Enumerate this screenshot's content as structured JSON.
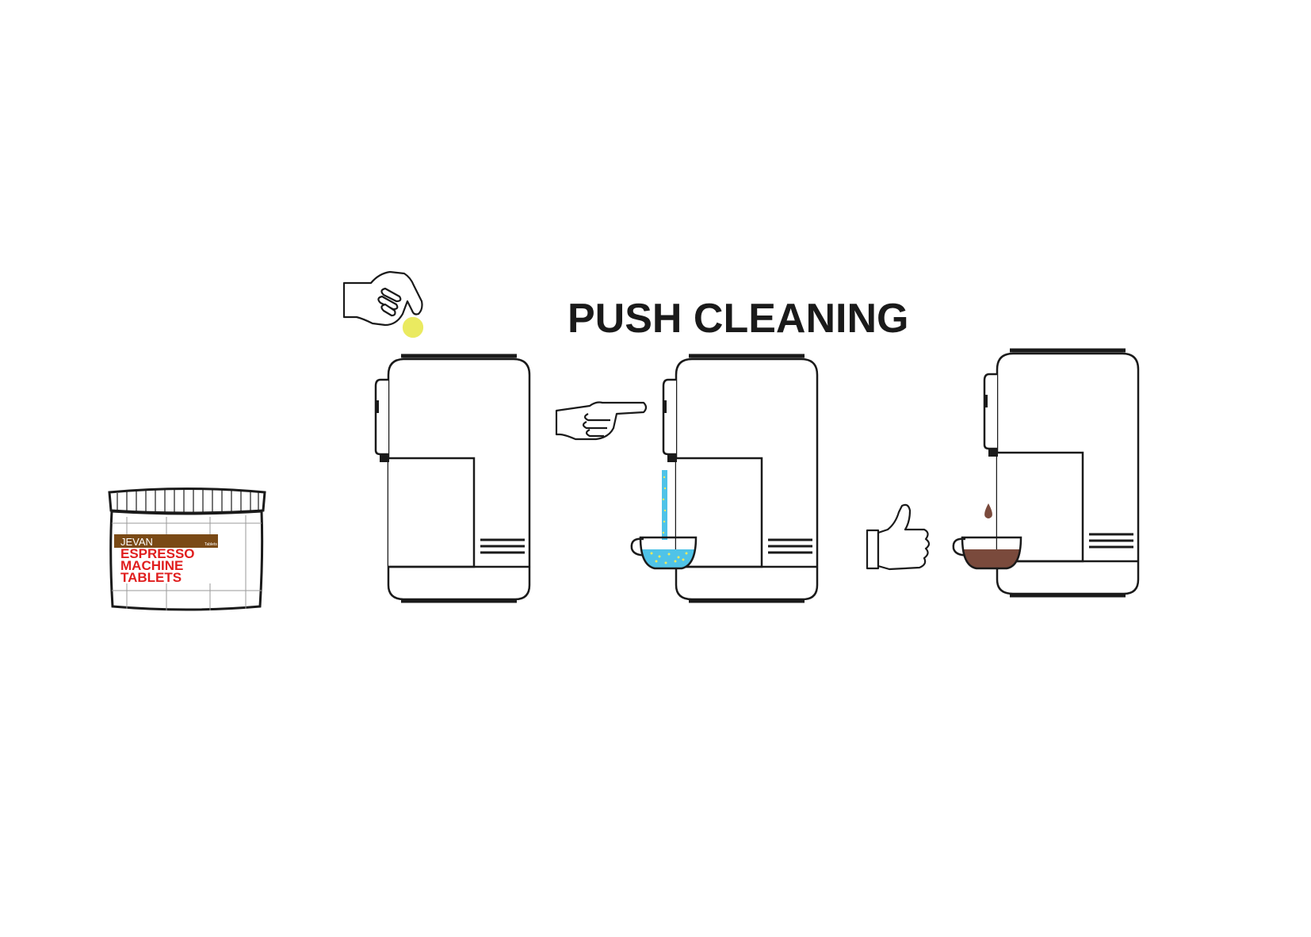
{
  "title": "PUSH CLEANING",
  "jar": {
    "brand": "JEVAN",
    "small_text": "Tablets",
    "product_lines": [
      "ESPRESSO",
      "MACHINE",
      "TABLETS"
    ]
  },
  "steps": [
    {
      "icon": "hand-dropping-tablet-icon",
      "action": "insert tablet"
    },
    {
      "icon": "hand-pointing-button-icon",
      "action": "press button"
    },
    {
      "icon": "thumbs-up-icon",
      "action": "done"
    }
  ],
  "colors": {
    "outline": "#1a1a1a",
    "tablet": "#eaea60",
    "water": "#4fc3e8",
    "coffee": "#7a4a3c",
    "label_band": "#7a4a16",
    "label_text": "#e01e1e"
  }
}
